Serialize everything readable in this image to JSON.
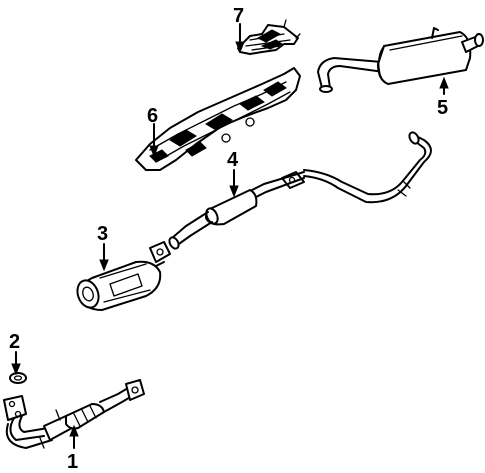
{
  "callouts": [
    {
      "label": "1",
      "part": "front-exhaust-pipe"
    },
    {
      "label": "2",
      "part": "pipe-gasket"
    },
    {
      "label": "3",
      "part": "catalytic-converter"
    },
    {
      "label": "4",
      "part": "intermediate-pipe"
    },
    {
      "label": "5",
      "part": "muffler"
    },
    {
      "label": "6",
      "part": "heat-shield-lower"
    },
    {
      "label": "7",
      "part": "heat-shield-upper"
    }
  ],
  "colors": {
    "line": "#000000",
    "background": "#ffffff"
  }
}
